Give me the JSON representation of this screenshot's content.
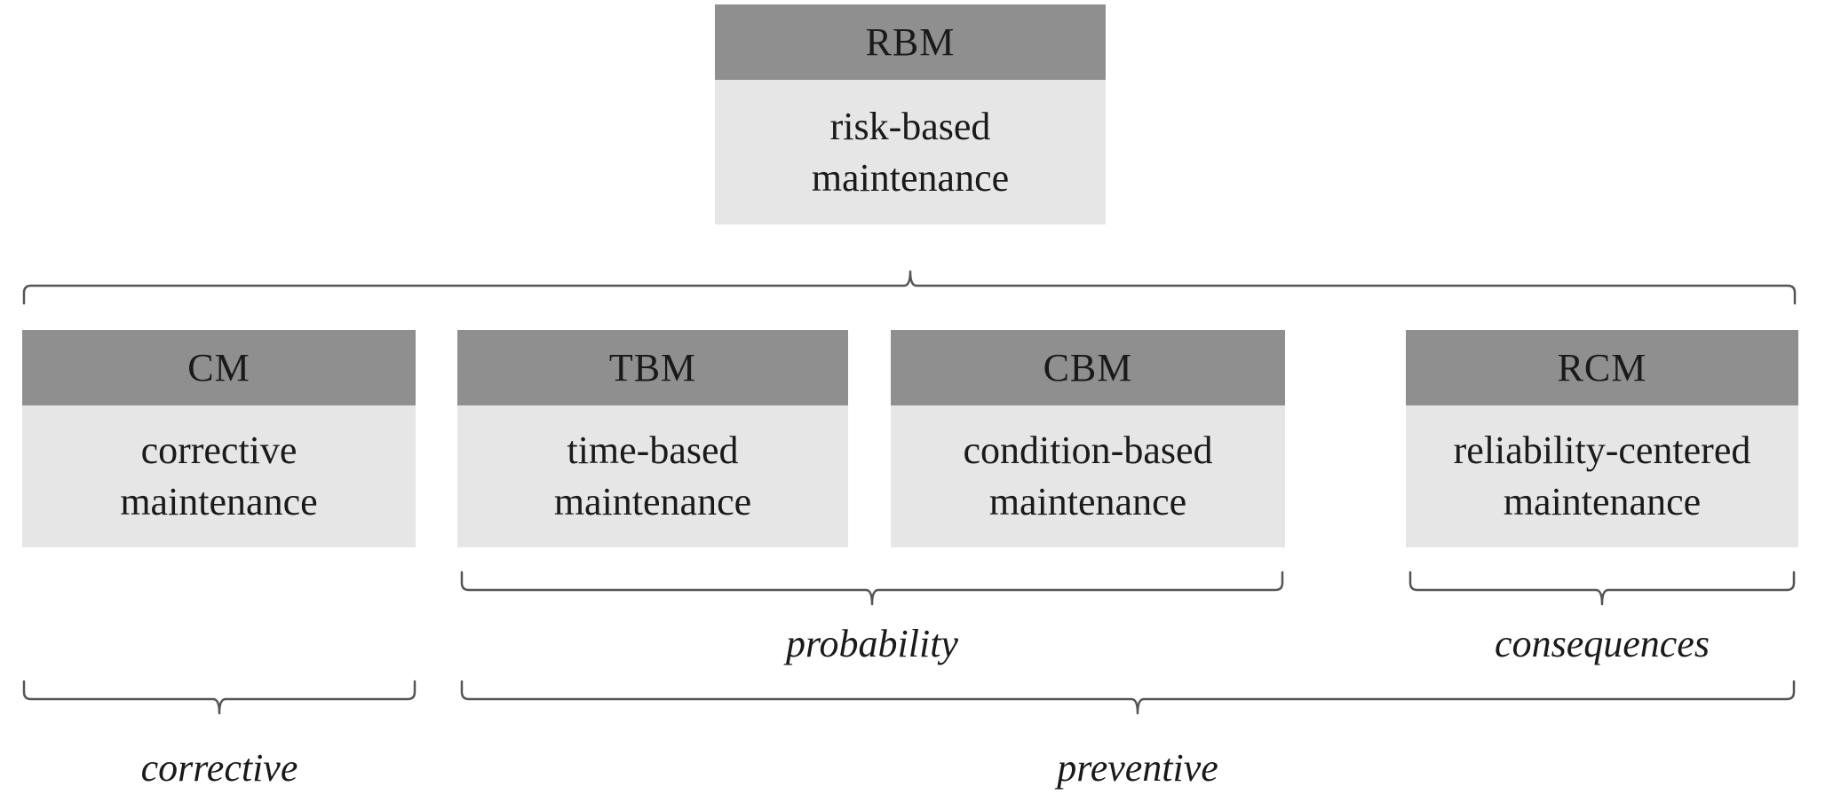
{
  "colors": {
    "header_fill": "#8f8f8f",
    "body_fill": "#e6e6e6",
    "text": "#1a1a1a",
    "line": "#555555"
  },
  "root": {
    "abbr": "RBM",
    "line1": "risk-based",
    "line2": "maintenance"
  },
  "strategies": [
    {
      "abbr": "CM",
      "line1": "corrective",
      "line2": "maintenance"
    },
    {
      "abbr": "TBM",
      "line1": "time-based",
      "line2": "maintenance"
    },
    {
      "abbr": "CBM",
      "line1": "condition-based",
      "line2": "maintenance"
    },
    {
      "abbr": "RCM",
      "line1": "reliability-centered",
      "line2": "maintenance"
    }
  ],
  "groups": {
    "probability": "probability",
    "consequences": "consequences",
    "corrective": "corrective",
    "preventive": "preventive"
  }
}
